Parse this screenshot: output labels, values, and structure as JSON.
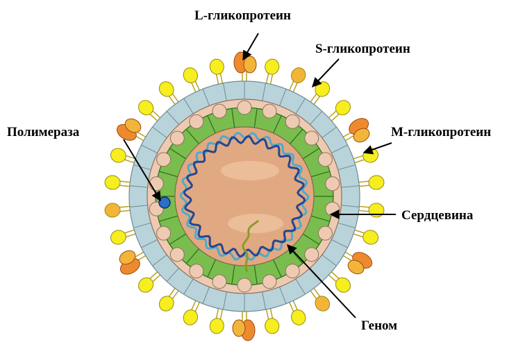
{
  "labels": {
    "l_glycoprotein": "L-гликопротеин",
    "s_glycoprotein": "S-гликопротеин",
    "m_glycoprotein": "M-гликопротеин",
    "polymerase": "Полимераза",
    "core": "Сердцевина",
    "genome": "Геном"
  },
  "colors": {
    "s_protein": "#f6ee1e",
    "l_protein": "#ee8a2e",
    "m_protein": "#f3b43a",
    "membrane": "#b9d3db",
    "matrix": "#efcab2",
    "capsid": "#79bd4e",
    "core": "#e1a981",
    "genome_dark": "#27458f",
    "genome_light": "#4fa9cd",
    "polymerase": "#2a6fc8"
  },
  "icons": [
    "arrow-icon"
  ]
}
